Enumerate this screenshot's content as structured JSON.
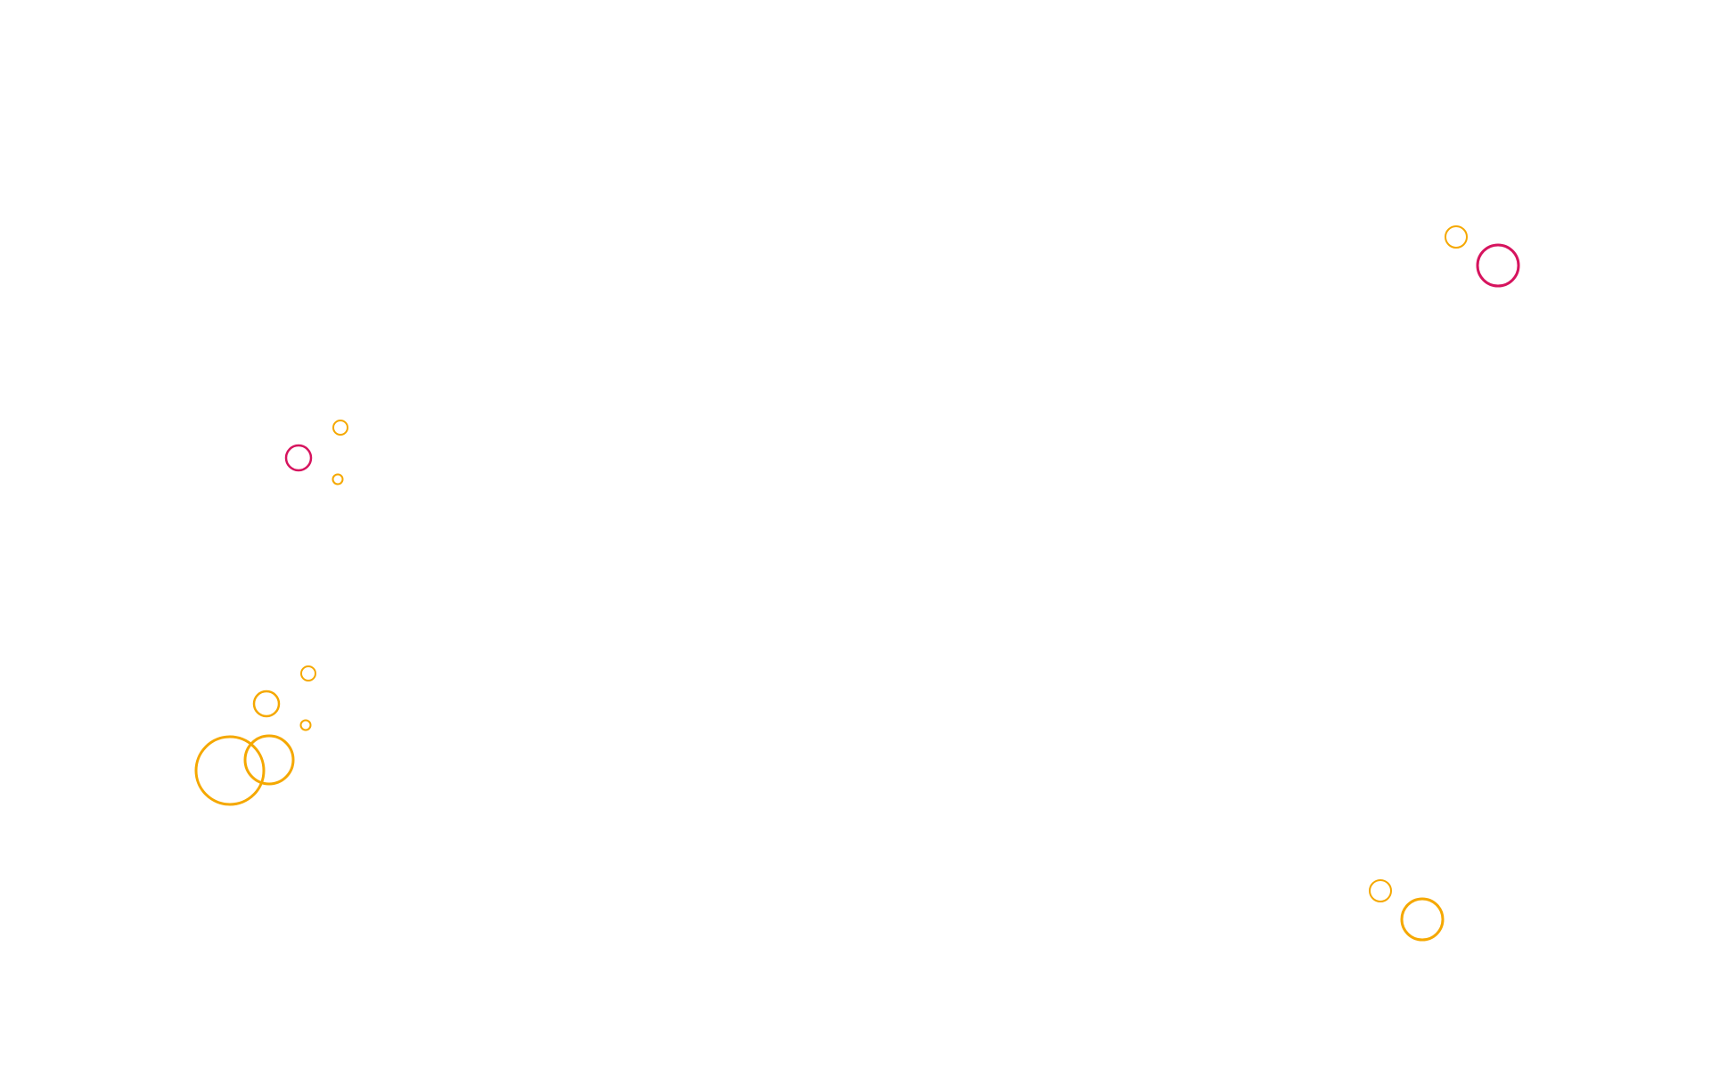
{
  "colors": {
    "background": "#ffffff",
    "accent_orange": "#F5A800",
    "accent_pink": "#D6145E"
  },
  "decorations": {
    "icon": "circle-outline-icon",
    "groups": [
      {
        "name": "top-right-bubbles",
        "count": 2
      },
      {
        "name": "mid-left-bubbles",
        "count": 3
      },
      {
        "name": "lower-left-bubbles",
        "count": 5
      },
      {
        "name": "bottom-right-bubbles",
        "count": 2
      }
    ]
  }
}
